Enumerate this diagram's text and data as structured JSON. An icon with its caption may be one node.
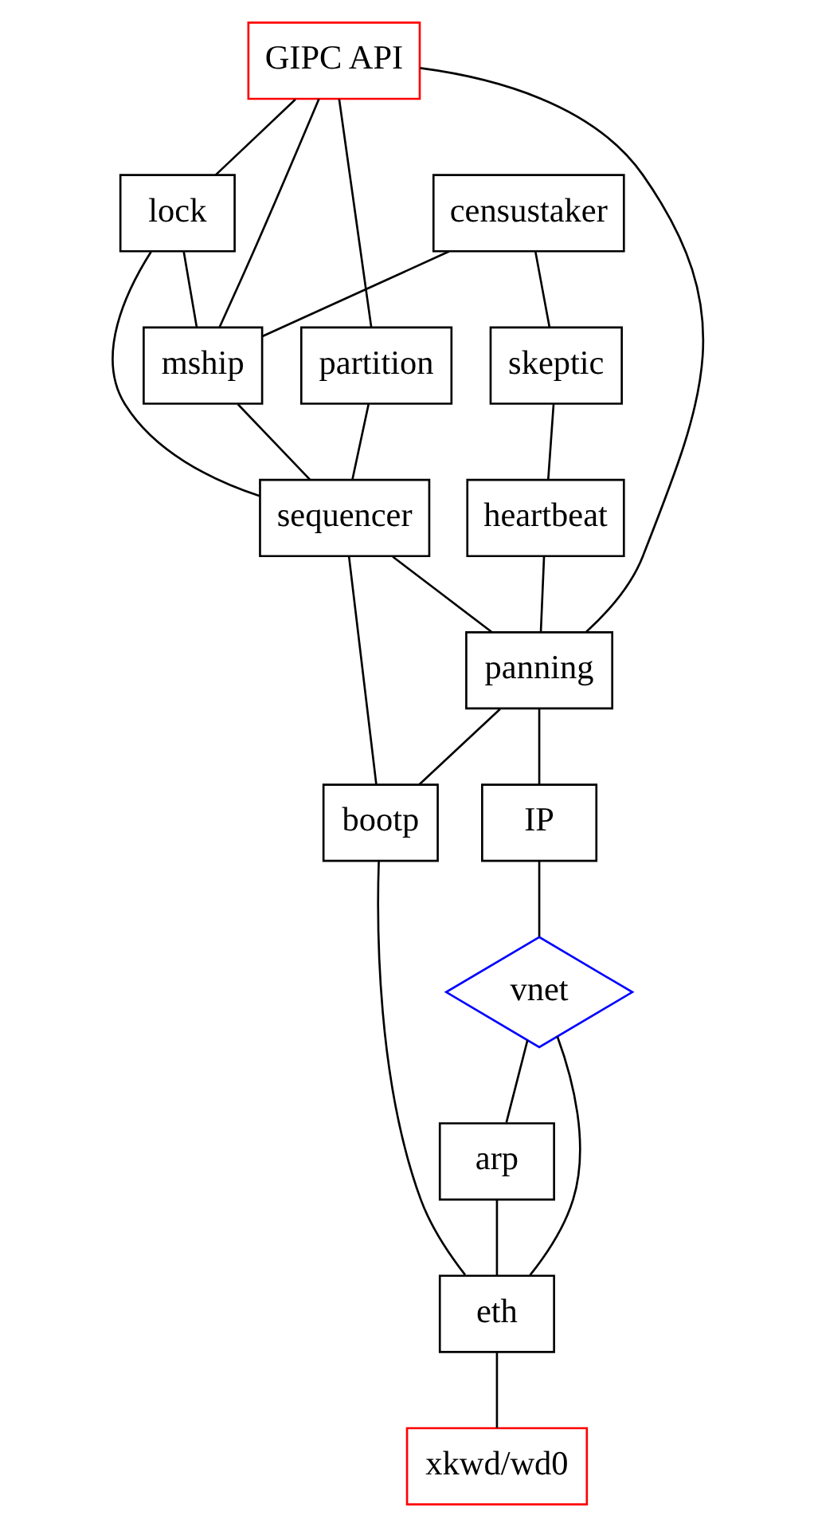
{
  "diagram": {
    "nodes": [
      {
        "text": [
          "GIPC API"
        ]
      },
      {
        "text": [
          "censustaker"
        ]
      },
      {
        "text": [
          "partition"
        ]
      },
      {
        "text": [
          "skeptic"
        ]
      },
      {
        "text": [
          "lock"
        ]
      },
      {
        "text": [
          "heartbeat"
        ]
      },
      {
        "text": [
          "mship"
        ]
      },
      {
        "text": [
          "sequencer"
        ]
      },
      {
        "text": [
          "panning"
        ]
      },
      {
        "text": [
          "IP"
        ]
      },
      {
        "text": [
          "bootp"
        ]
      },
      {
        "text": [
          "vnet"
        ]
      },
      {
        "text": [
          "arp"
        ]
      },
      {
        "text": [
          "eth"
        ]
      },
      {
        "text": [
          "xkwd/wd0"
        ]
      }
    ],
    "edges": [
      {
        "from": 0,
        "to": 2,
        "arrow": "none"
      },
      {
        "from": 0,
        "to": 4,
        "arrow": "none"
      },
      {
        "from": 0,
        "to": 6,
        "arrow": "none"
      },
      {
        "from": 0,
        "to": 8,
        "arrow": "none"
      },
      {
        "from": 1,
        "to": 3,
        "arrow": "none"
      },
      {
        "from": 1,
        "to": 6,
        "arrow": "none"
      },
      {
        "from": 3,
        "to": 5,
        "arrow": "none"
      },
      {
        "from": 5,
        "to": 8,
        "arrow": "none"
      },
      {
        "from": 2,
        "to": 7,
        "arrow": "none"
      },
      {
        "from": 4,
        "to": 7,
        "arrow": "none"
      },
      {
        "from": 4,
        "to": 6,
        "arrow": "none"
      },
      {
        "from": 6,
        "to": 7,
        "arrow": "none"
      },
      {
        "from": 7,
        "to": 8,
        "arrow": "none"
      },
      {
        "from": 7,
        "to": 10,
        "arrow": "none"
      },
      {
        "from": 8,
        "to": 9,
        "arrow": "none"
      },
      {
        "from": 8,
        "to": 10,
        "arrow": "none"
      },
      {
        "from": 9,
        "to": 11,
        "arrow": "none"
      },
      {
        "from": 10,
        "to": 13,
        "arrow": "none"
      },
      {
        "from": 11,
        "to": 12,
        "arrow": "none"
      },
      {
        "from": 11,
        "to": 13,
        "arrow": "none"
      },
      {
        "from": 12,
        "to": 13,
        "arrow": "none"
      },
      {
        "from": 13,
        "to": 14,
        "arrow": "none"
      }
    ]
  }
}
